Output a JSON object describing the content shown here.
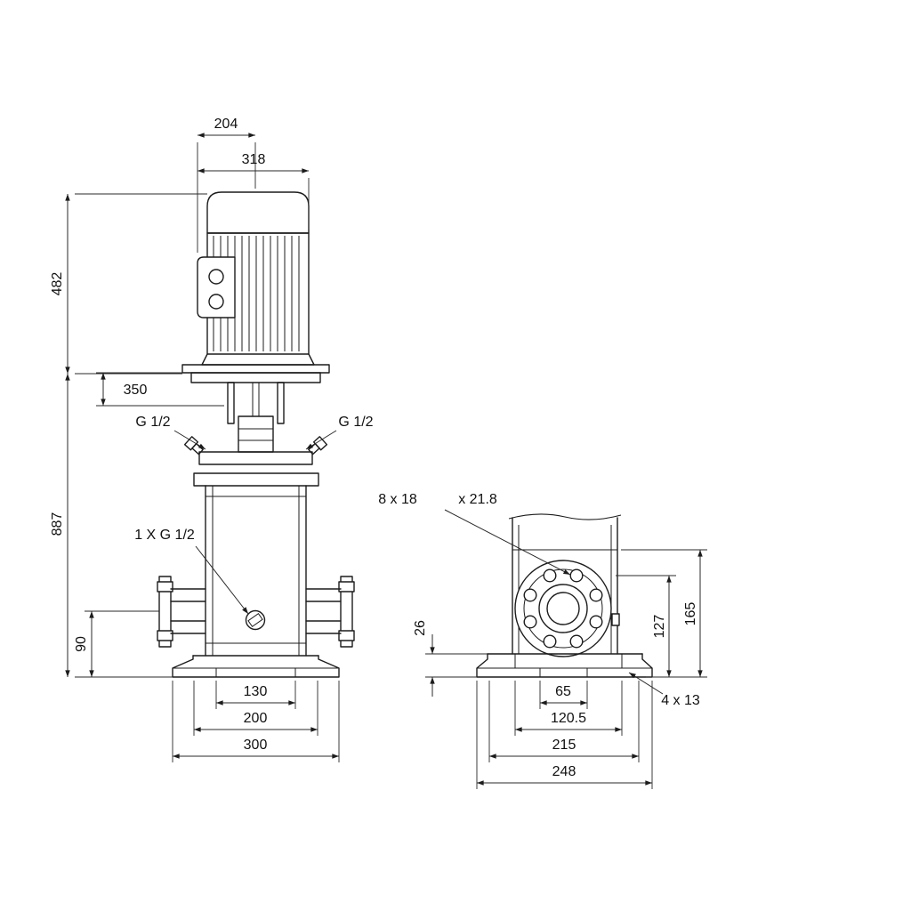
{
  "drawing": {
    "front_view": {
      "dims": {
        "width_204": "204",
        "width_318": "318",
        "motor_height_482": "482",
        "head_350": "350",
        "total_887": "887",
        "port_90": "90",
        "base_130": "130",
        "base_200": "200",
        "base_300": "300"
      },
      "labels": {
        "port_left": "G 1/2",
        "port_right": "G 1/2",
        "drain": "1 X G 1/2"
      }
    },
    "side_view": {
      "dims": {
        "thickness_26": "26",
        "height_127": "127",
        "height_165": "165",
        "base_65": "65",
        "base_120_5": "120.5",
        "base_215": "215",
        "base_248": "248"
      },
      "labels": {
        "flange_holes": "8 x 18",
        "flange_counterbore": "x 21.8",
        "base_holes": "4 x 13"
      }
    }
  }
}
